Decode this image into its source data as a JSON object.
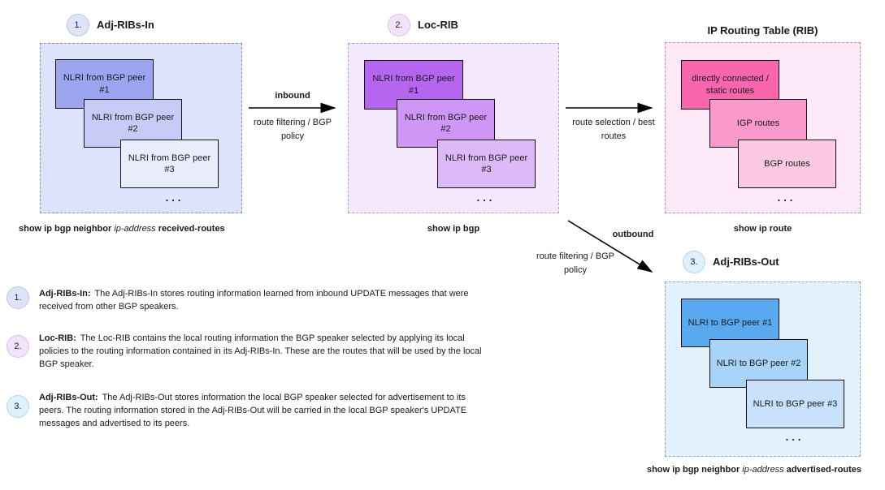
{
  "diagram": {
    "sections": {
      "adj_ribs_in": {
        "number": "1.",
        "title": "Adj-RIBs-In",
        "boxes": [
          "NLRI from BGP peer #1",
          "NLRI from BGP peer #2",
          "NLRI from BGP peer #3"
        ],
        "ellipsis": "...",
        "caption_pre": "show ip bgp neighbor",
        "caption_italic": "ip-address",
        "caption_post": "received-routes"
      },
      "loc_rib": {
        "number": "2.",
        "title": "Loc-RIB",
        "boxes": [
          "NLRI from BGP peer #1",
          "NLRI from BGP peer #2",
          "NLRI from BGP peer #3"
        ],
        "ellipsis": "...",
        "caption_pre": "show ip bgp"
      },
      "ip_routing_table": {
        "title": "IP Routing Table (RIB)",
        "boxes": [
          "directly connected / static routes",
          "IGP routes",
          "BGP routes"
        ],
        "ellipsis": "...",
        "caption_pre": "show ip route"
      },
      "adj_ribs_out": {
        "number": "3.",
        "title": "Adj-RIBs-Out",
        "boxes": [
          "NLRI to BGP peer #1",
          "NLRI to BGP peer #2",
          "NLRI to BGP peer #3"
        ],
        "ellipsis": "...",
        "caption_pre": "show ip bgp neighbor",
        "caption_italic": "ip-address",
        "caption_post": "advertised-routes"
      }
    },
    "arrows": {
      "inbound": {
        "title": "inbound",
        "subtitle": "route filtering / BGP policy"
      },
      "route_selection": {
        "subtitle": "route selection / best routes"
      },
      "outbound": {
        "title": "outbound",
        "subtitle": "route filtering / BGP policy"
      }
    },
    "notes": [
      {
        "number": "1.",
        "lead": "Adj-RIBs-In:",
        "text": "The Adj-RIBs-In stores routing information learned from inbound UPDATE messages that were received from other BGP speakers."
      },
      {
        "number": "2.",
        "lead": "Loc-RIB:",
        "text": "The Loc-RIB contains the local routing information the BGP speaker selected by applying its local policies to the routing information contained in its Adj-RIBs-In. These are the routes that will be used by the local BGP speaker."
      },
      {
        "number": "3.",
        "lead": "Adj-RIBs-Out:",
        "text": "The Adj-RIBs-Out stores information the local BGP speaker selected for advertisement to its peers. The routing information stored in the Adj-RIBs-Out will be carried in the local BGP speaker's UPDATE messages and advertised to its peers."
      }
    ],
    "colors": {
      "adj_ribs_in_bg": "#dce3fa",
      "adj_ribs_in_boxes": [
        "#9ca6f0",
        "#c6ccf5",
        "#e9ecfb"
      ],
      "loc_rib_bg": "#f4e8fd",
      "loc_rib_boxes": [
        "#b565f0",
        "#d096f5",
        "#deb9f8"
      ],
      "ip_routing_table_bg": "#fde9f8",
      "ip_routing_table_boxes": [
        "#f966ae",
        "#fb99cc",
        "#fcc9e3"
      ],
      "adj_ribs_out_bg": "#e3f1fd",
      "adj_ribs_out_boxes": [
        "#58a9f0",
        "#a9d3f8",
        "#c9e1fa"
      ]
    }
  }
}
